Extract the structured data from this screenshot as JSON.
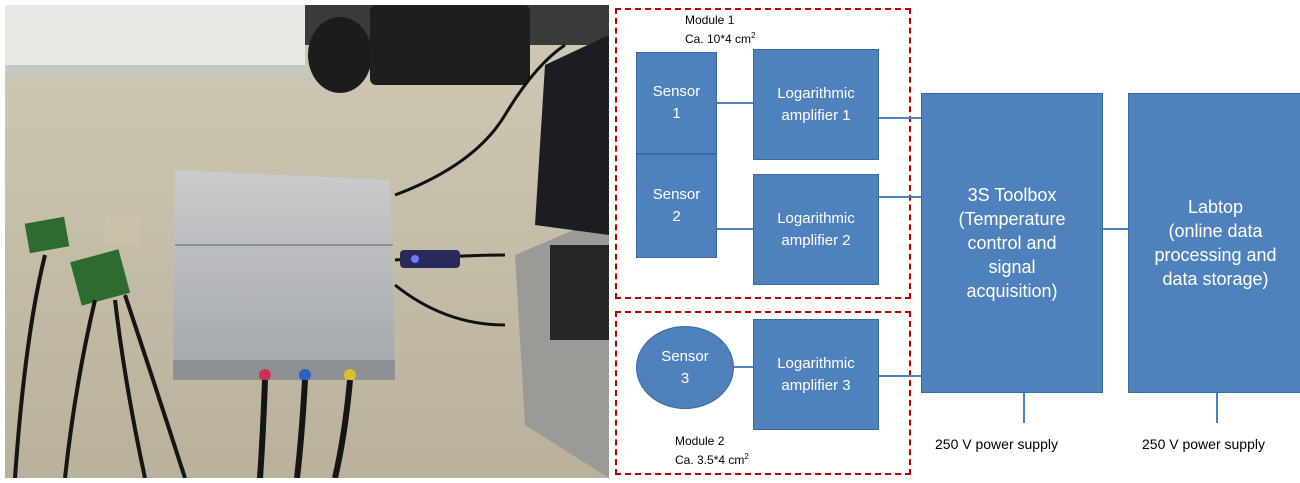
{
  "diagram": {
    "module1": {
      "name": "Module 1",
      "size": "Ca. 10*4 cm",
      "sup": "2"
    },
    "module2": {
      "name": "Module 2",
      "size": "Ca. 3.5*4 cm",
      "sup": "2"
    },
    "sensor1": "Sensor\n1",
    "sensor2": "Sensor\n2",
    "sensor3": "Sensor\n3",
    "amp1": "Logarithmic\namplifier 1",
    "amp2": "Logarithmic\namplifier  2",
    "amp3": "Logarithmic\namplifier  3",
    "toolbox": "3S Toolbox\n(Temperature\ncontrol and\nsignal\nacquisition)",
    "laptop": "Labtop\n(online data\nprocessing and\ndata storage)",
    "power1": "250 V power supply",
    "power2": "250 V power supply"
  },
  "colors": {
    "box": "#4f81bd",
    "dashed_border": "#c00000"
  }
}
